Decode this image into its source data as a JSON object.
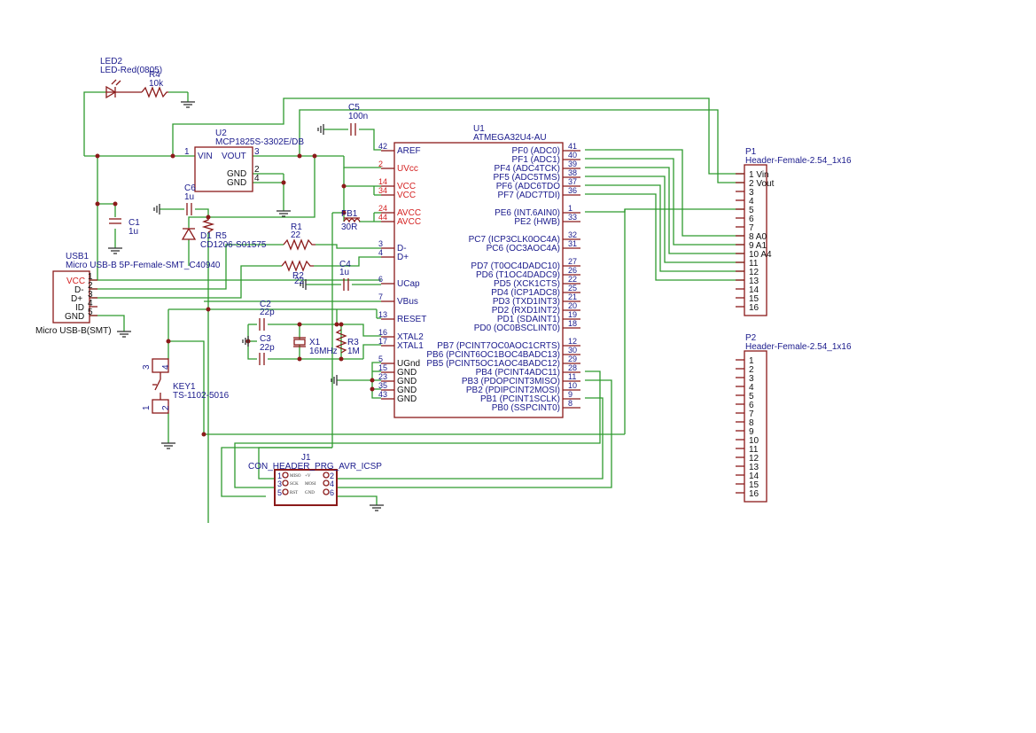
{
  "components": {
    "led2": {
      "ref": "LED2",
      "value": "LED-Red(0805)"
    },
    "r4": {
      "ref": "R4",
      "value": "10k"
    },
    "u2": {
      "ref": "U2",
      "value": "MCP1825S-3302E/DB",
      "pins": {
        "vin": "VIN",
        "vout": "VOUT",
        "gnd1": "GND",
        "gnd2": "GND",
        "n1": "1",
        "n3": "3",
        "n2": "2",
        "n4": "4"
      }
    },
    "c5": {
      "ref": "C5",
      "value": "100n"
    },
    "u1": {
      "ref": "U1",
      "value": "ATMEGA32U4-AU"
    },
    "c6": {
      "ref": "C6",
      "value": "1u"
    },
    "c1": {
      "ref": "C1",
      "value": "1u"
    },
    "d1": {
      "ref": "D1",
      "value": "CD1206-S01575"
    },
    "r5": {
      "ref": "R5",
      "value": ""
    },
    "r1": {
      "ref": "R1",
      "value": "22"
    },
    "r2": {
      "ref": "R2",
      "value": "22"
    },
    "fb1": {
      "ref": "FB1",
      "value": "30R"
    },
    "c4": {
      "ref": "C4",
      "value": "1u"
    },
    "c2": {
      "ref": "C2",
      "value": "22p"
    },
    "c3": {
      "ref": "C3",
      "value": "22p"
    },
    "x1": {
      "ref": "X1",
      "value": "16MHz"
    },
    "r3": {
      "ref": "R3",
      "value": "1M"
    },
    "key1": {
      "ref": "KEY1",
      "value": "TS-1102-5016",
      "pins": [
        "3",
        "4",
        "1",
        "2"
      ]
    },
    "usb1": {
      "ref": "USB1",
      "value": "Micro USB-B 5P-Female-SMT_C40940",
      "footprint": "Micro USB-B(SMT)",
      "pins": [
        {
          "name": "VCC",
          "num": "1"
        },
        {
          "name": "D-",
          "num": "2"
        },
        {
          "name": "D+",
          "num": "3"
        },
        {
          "name": "ID",
          "num": "4"
        },
        {
          "name": "GND",
          "num": "5"
        }
      ]
    },
    "j1": {
      "ref": "J1",
      "value": "CON_HEADER_PRG_AVR_ICSP",
      "left_nums": [
        "1",
        "3",
        "5"
      ],
      "right_nums": [
        "2",
        "4",
        "6"
      ],
      "left_labels": [
        "MISO",
        "SCK",
        "RST"
      ],
      "right_labels": [
        "+V",
        "MOSI",
        "GND"
      ]
    },
    "p1": {
      "ref": "P1",
      "value": "Header-Female-2.54_1x16",
      "pins": [
        "1 Vin",
        "2 Vout",
        "3",
        "4",
        "5",
        "6",
        "7",
        "8 A0",
        "9 A1",
        "10 A4",
        "11",
        "12",
        "13",
        "14",
        "15",
        "16"
      ]
    },
    "p2": {
      "ref": "P2",
      "value": "Header-Female-2.54_1x16",
      "pins": [
        "1",
        "2",
        "3",
        "4",
        "5",
        "6",
        "7",
        "8",
        "9",
        "10",
        "11",
        "12",
        "13",
        "14",
        "15",
        "16"
      ]
    }
  },
  "u1_left_pins": [
    {
      "num": "42",
      "name": "AREF",
      "power": false
    },
    {
      "num": "2",
      "name": "UVcc",
      "power": true
    },
    {
      "num": "14",
      "name": "VCC",
      "power": true
    },
    {
      "num": "34",
      "name": "VCC",
      "power": true
    },
    {
      "num": "24",
      "name": "AVCC",
      "power": true
    },
    {
      "num": "44",
      "name": "AVCC",
      "power": true
    },
    {
      "num": "3",
      "name": "D-",
      "power": false
    },
    {
      "num": "4",
      "name": "D+",
      "power": false
    },
    {
      "num": "6",
      "name": "UCap",
      "power": false
    },
    {
      "num": "7",
      "name": "VBus",
      "power": false
    },
    {
      "num": "13",
      "name": "RESET",
      "power": false
    },
    {
      "num": "16",
      "name": "XTAL2",
      "power": false
    },
    {
      "num": "17",
      "name": "XTAL1",
      "power": false
    },
    {
      "num": "5",
      "name": "UGnd",
      "power": false
    },
    {
      "num": "15",
      "name": "GND",
      "power": false
    },
    {
      "num": "23",
      "name": "GND",
      "power": false
    },
    {
      "num": "35",
      "name": "GND",
      "power": false
    },
    {
      "num": "43",
      "name": "GND",
      "power": false
    }
  ],
  "u1_right_pins": [
    {
      "num": "41",
      "name": "PF0 (ADC0)"
    },
    {
      "num": "40",
      "name": "PF1 (ADC1)"
    },
    {
      "num": "39",
      "name": "PF4 (ADC4TCK)"
    },
    {
      "num": "38",
      "name": "PF5 (ADC5TMS)"
    },
    {
      "num": "37",
      "name": "PF6 (ADC6TDO"
    },
    {
      "num": "36",
      "name": "PF7 (ADC7TDI)"
    },
    {
      "num": "1",
      "name": "PE6 (INT.6AIN0)"
    },
    {
      "num": "33",
      "name": "PE2 (HWB)"
    },
    {
      "num": "32",
      "name": "PC7 (ICP3CLK0OC4A)"
    },
    {
      "num": "31",
      "name": "PC6 (OC3AOC4A)"
    },
    {
      "num": "27",
      "name": "PD7 (T0OC4DADC10)"
    },
    {
      "num": "26",
      "name": "PD6 (T1OC4DADC9)"
    },
    {
      "num": "22",
      "name": "PD5 (XCK1CTS)"
    },
    {
      "num": "25",
      "name": "PD4 (ICP1ADC8)"
    },
    {
      "num": "21",
      "name": "PD3 (TXD1INT3)"
    },
    {
      "num": "20",
      "name": "PD2 (RXD1INT2)"
    },
    {
      "num": "19",
      "name": "PD1 (SDAINT1)"
    },
    {
      "num": "18",
      "name": "PD0 (OC0BSCLINT0)"
    },
    {
      "num": "12",
      "name": "PB7 (PCINT7OC0AOC1CRTS)"
    },
    {
      "num": "30",
      "name": "PB6 (PCINT6OC1BOC4BADC13)"
    },
    {
      "num": "29",
      "name": "PB5 (PCINT5OC1AOC4BADC12)"
    },
    {
      "num": "28",
      "name": "PB4 (PCINT4ADC11)"
    },
    {
      "num": "11",
      "name": "PB3 (PDOPCINT3MISO)"
    },
    {
      "num": "10",
      "name": "PB2 (PDIPCINT2MOSI)"
    },
    {
      "num": "9",
      "name": "PB1 (PCINT1SCLK)"
    },
    {
      "num": "8",
      "name": "PB0 (SSPCINT0)"
    }
  ],
  "colors": {
    "wire": "#2e9a2e",
    "part": "#8b1a1a",
    "text": "#1a1a8c",
    "power_pin": "#d42020",
    "junction": "#8b1a1a"
  }
}
